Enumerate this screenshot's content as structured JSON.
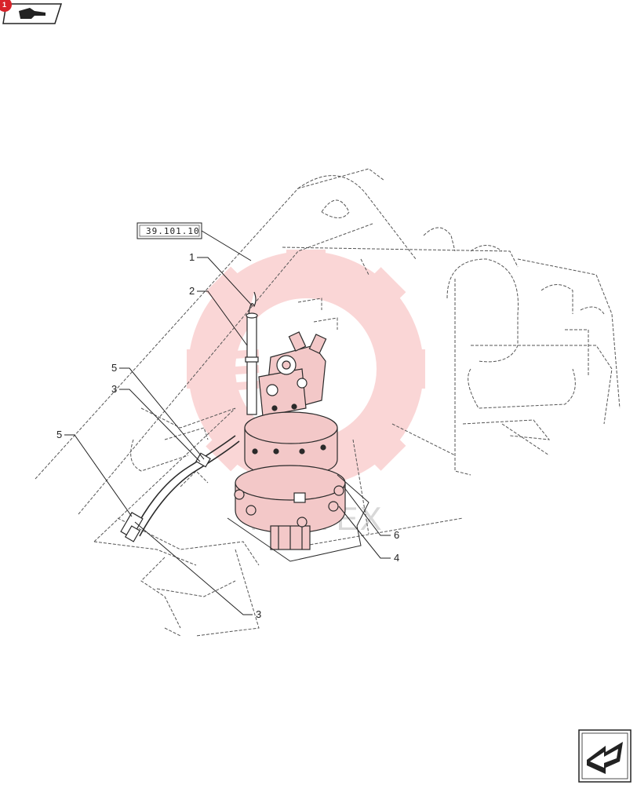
{
  "reference_box": {
    "label": "39.101.10"
  },
  "callouts": [
    {
      "id": "1",
      "label": "1"
    },
    {
      "id": "2",
      "label": "2"
    },
    {
      "id": "5a",
      "label": "5"
    },
    {
      "id": "3a",
      "label": "3"
    },
    {
      "id": "5b",
      "label": "5"
    },
    {
      "id": "6",
      "label": "6"
    },
    {
      "id": "4",
      "label": "4"
    },
    {
      "id": "3b",
      "label": "3"
    }
  ],
  "corner_badge": {
    "label": "1"
  },
  "watermark": {
    "text": "MHITEX"
  },
  "icons": {
    "top_left": "pointing-hand-icon",
    "bottom_right": "next-page-arrow-icon"
  },
  "colors": {
    "line": "#2a2a2a",
    "dash": "#555555",
    "motor_fill": "#f3c8c8",
    "watermark_gear": "#f7b6b6",
    "badge": "#d8232a"
  }
}
